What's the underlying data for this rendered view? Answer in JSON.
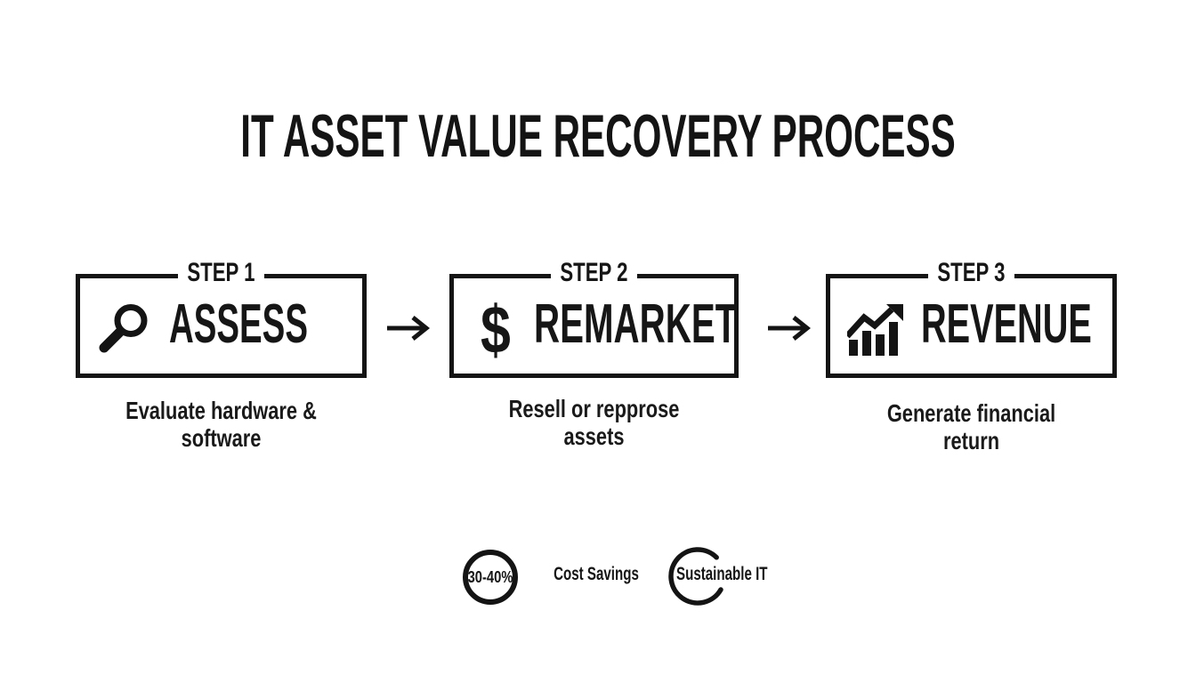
{
  "title": "IT ASSET VALUE RECOVERY PROCESS",
  "steps": [
    {
      "step_label": "STEP 1",
      "name": "ASSESS",
      "icon": "magnifier-icon",
      "description": "Evaluate hardware & software"
    },
    {
      "step_label": "STEP 2",
      "name": "REMARKET",
      "icon": "dollar-icon",
      "icon_glyph": "$",
      "description": "Resell or repprose\nassets"
    },
    {
      "step_label": "STEP 3",
      "name": "REVENUE",
      "icon": "bar-chart-icon",
      "description": "Generate financial return"
    }
  ],
  "footer": {
    "savings_badge_value": "30-40%",
    "savings_label": "Cost Savings",
    "sustainability_label": "Sustainable IT"
  },
  "colors": {
    "ink": "#141414",
    "background": "#ffffff"
  }
}
